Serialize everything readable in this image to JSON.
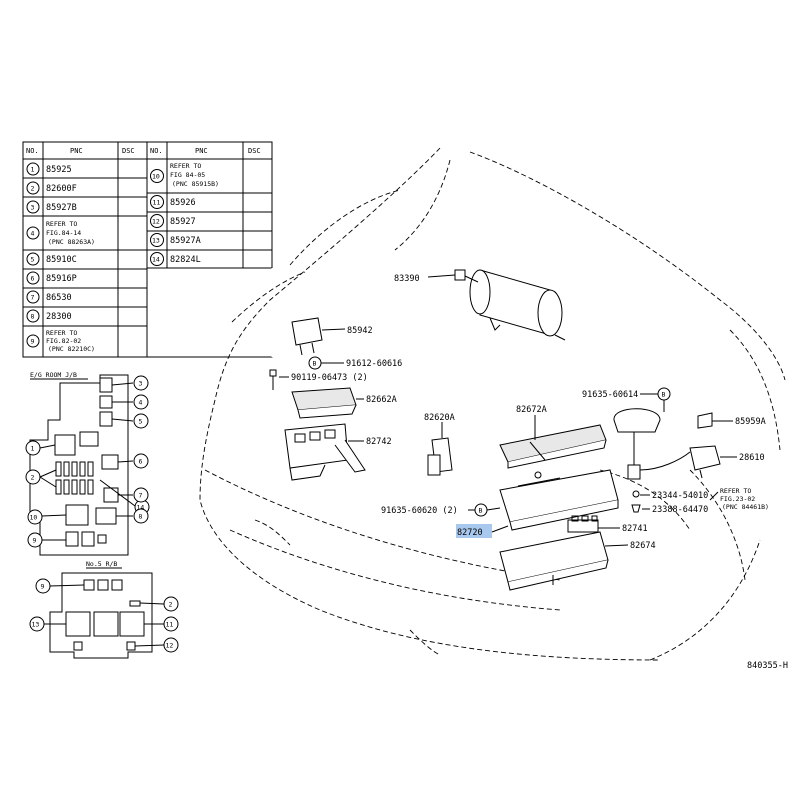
{
  "table": {
    "headers": [
      "NO.",
      "PNC",
      "DSC"
    ],
    "left_rows": [
      {
        "no": "1",
        "pnc": [
          "85925"
        ]
      },
      {
        "no": "2",
        "pnc": [
          "82600F"
        ]
      },
      {
        "no": "3",
        "pnc": [
          "85927B"
        ]
      },
      {
        "no": "4",
        "pnc": [
          "REFER TO",
          "FIG.84-14",
          "(PNC 88263A)"
        ]
      },
      {
        "no": "5",
        "pnc": [
          "85910C"
        ]
      },
      {
        "no": "6",
        "pnc": [
          "85916P"
        ]
      },
      {
        "no": "7",
        "pnc": [
          "86530"
        ]
      },
      {
        "no": "8",
        "pnc": [
          "28300"
        ]
      },
      {
        "no": "9",
        "pnc": [
          "REFER TO",
          "FIG.82-02",
          "(PNC 82210C)"
        ]
      }
    ],
    "right_rows": [
      {
        "no": "10",
        "pnc": [
          "REFER TO",
          "FIG 84-05",
          "(PNC 85915B)"
        ]
      },
      {
        "no": "11",
        "pnc": [
          "85926"
        ]
      },
      {
        "no": "12",
        "pnc": [
          "85927"
        ]
      },
      {
        "no": "13",
        "pnc": [
          "85927A"
        ]
      },
      {
        "no": "14",
        "pnc": [
          "82824L"
        ]
      }
    ]
  },
  "eg_room": {
    "title": "E/G ROOM J/B",
    "callouts": [
      "3",
      "4",
      "5",
      "1",
      "6",
      "2",
      "14",
      "7",
      "10",
      "8",
      "9"
    ]
  },
  "rb5": {
    "title": "No.5 R/B",
    "callouts": [
      "9",
      "2",
      "13",
      "11",
      "12"
    ]
  },
  "labels": {
    "p83390": "83390",
    "p85942": "85942",
    "p91612": "91612-60616",
    "p90119": "90119-06473 (2)",
    "p82662A": "82662A",
    "p82742": "82742",
    "p82620A": "82620A",
    "p82672A": "82672A",
    "p91635a": "91635-60614",
    "p85959A": "85959A",
    "p28610": "28610",
    "p23344": "23344-54010",
    "p23388": "23388-64470",
    "p91635b": "91635-60620 (2)",
    "p82720": "82720",
    "p82741": "82741",
    "p82674": "82674",
    "refer1": "REFER TO",
    "refer2": "FIG.23-02",
    "refer3": "(PNC 84461B)",
    "b_marker": "B",
    "diagram_id": "840355-H"
  },
  "colors": {
    "highlight": "#a8c8ee",
    "line": "#000000",
    "background": "#ffffff"
  }
}
